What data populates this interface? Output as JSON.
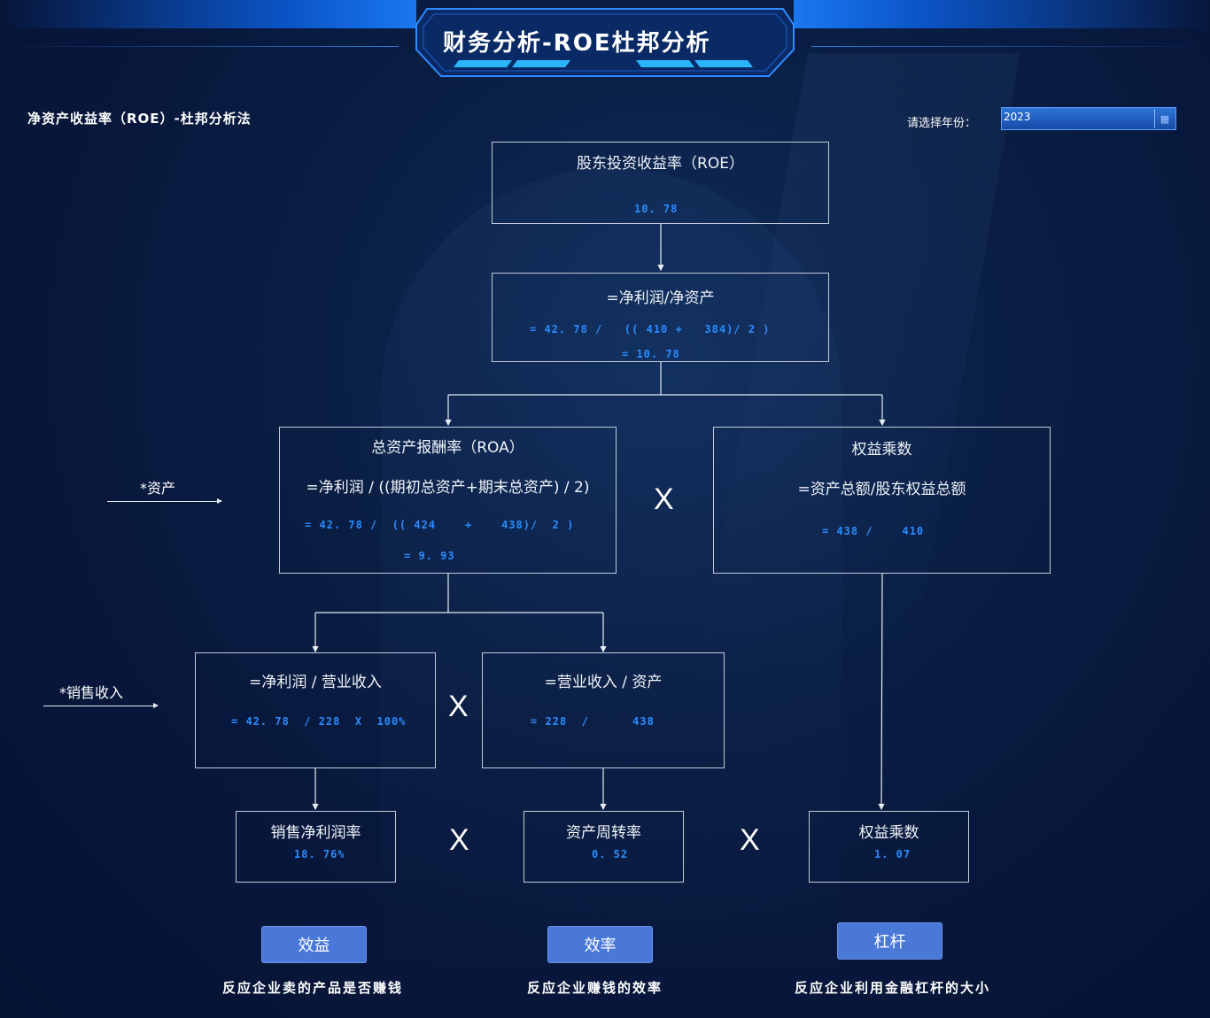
{
  "header": {
    "title": "财务分析-ROE杜邦分析"
  },
  "page": {
    "subtitle": "净资产收益率（ROE）-杜邦分析法"
  },
  "filter": {
    "label": "请选择年份：",
    "value": "2023"
  },
  "roe_box": {
    "title": "股东投资收益率（ROE）",
    "value": "10. 78"
  },
  "roe_formula_box": {
    "title": "=净利润/净资产",
    "calc": "= 42. 78 /   (( 410 +   384)/ 2 )",
    "result": "= 10. 78"
  },
  "roa_box": {
    "title": "总资产报酬率（ROA）",
    "formula": "=净利润 / ((期初总资产+期末总资产) / 2)",
    "calc": "= 42. 78 /  (( 424    +    438)/  2 )",
    "result": "= 9. 93"
  },
  "equity_box": {
    "title": "权益乘数",
    "formula": "=资产总额/股东权益总额",
    "calc": "= 438 /    410"
  },
  "margin_formula_box": {
    "title": "=净利润 / 营业收入",
    "calc": "= 42. 78  / 228  X  100%"
  },
  "turnover_formula_box": {
    "title": "=营业收入 /  资产",
    "calc": "= 228  /      438"
  },
  "results": {
    "margin": {
      "title": "销售净利润率",
      "value": "18. 76%"
    },
    "turnover": {
      "title": "资产周转率",
      "value": "0. 52"
    },
    "equity": {
      "title": "权益乘数",
      "value": "1. 07"
    }
  },
  "operators": {
    "multiply": "X"
  },
  "side_labels": {
    "assets": "*资产",
    "sales": "*销售收入"
  },
  "tags": {
    "benefit": {
      "label": "效益",
      "caption": "反应企业卖的产品是否赚钱"
    },
    "efficiency": {
      "label": "效率",
      "caption": "反应企业赚钱的效率"
    },
    "leverage": {
      "label": "杠杆",
      "caption": "反应企业利用金融杠杆的大小"
    }
  },
  "colors": {
    "accent": "#2b8cff",
    "button": "#4a78d8",
    "background": "#0a1f45"
  }
}
